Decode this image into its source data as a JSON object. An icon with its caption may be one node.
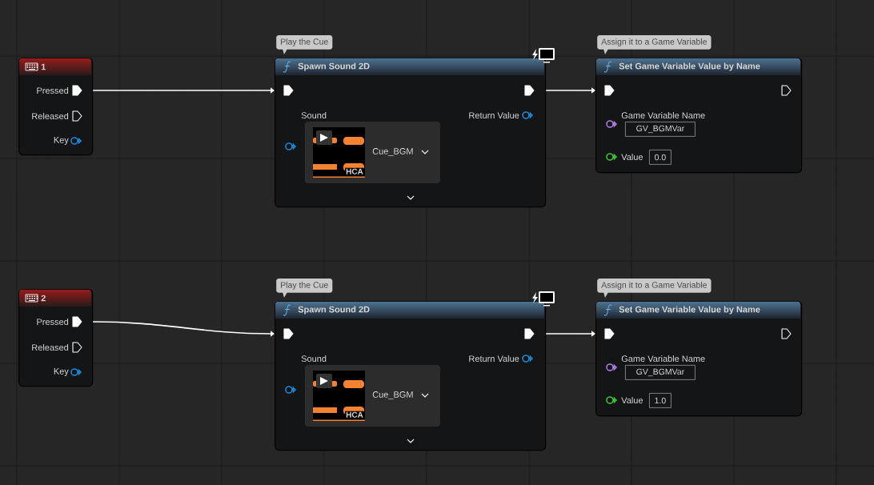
{
  "diagram": {
    "nodes": [
      {
        "text": [
          "1",
          "Pressed",
          "Released",
          "Key"
        ]
      },
      {
        "text": [
          "Spawn Sound 2D",
          "Sound",
          "Return Value"
        ],
        "beside": [
          "Play the Cue"
        ]
      },
      {
        "text": [
          "HCA",
          "Cue_BGM"
        ],
        "in": 1
      },
      {
        "text": [
          "Set Game Variable Value by Name",
          "Game Variable Name",
          "Value"
        ],
        "beside": [
          "Assign it to a Game Variable"
        ]
      },
      {
        "text": [
          "GV_BGMVar"
        ],
        "in": 3
      },
      {
        "text": [
          "0.0"
        ],
        "in": 3
      },
      {
        "text": [
          "2",
          "Pressed",
          "Released",
          "Key"
        ]
      },
      {
        "text": [
          "Spawn Sound 2D",
          "Sound",
          "Return Value"
        ],
        "beside": [
          "Play the Cue"
        ]
      },
      {
        "text": [
          "HCA",
          "Cue_BGM"
        ],
        "in": 7
      },
      {
        "text": [
          "Set Game Variable Value by Name",
          "Game Variable Name",
          "Value"
        ],
        "beside": [
          "Assign it to a Game Variable"
        ]
      },
      {
        "text": [
          "GV_BGMVar"
        ],
        "in": 9
      },
      {
        "text": [
          "1.0"
        ],
        "in": 9
      }
    ],
    "edges": [
      {
        "from": 0,
        "to": 1,
        "arrow": "to"
      },
      {
        "from": 1,
        "to": 3,
        "arrow": "to"
      },
      {
        "from": 6,
        "to": 7,
        "arrow": "to"
      },
      {
        "from": 7,
        "to": 9,
        "arrow": "to"
      }
    ]
  }
}
